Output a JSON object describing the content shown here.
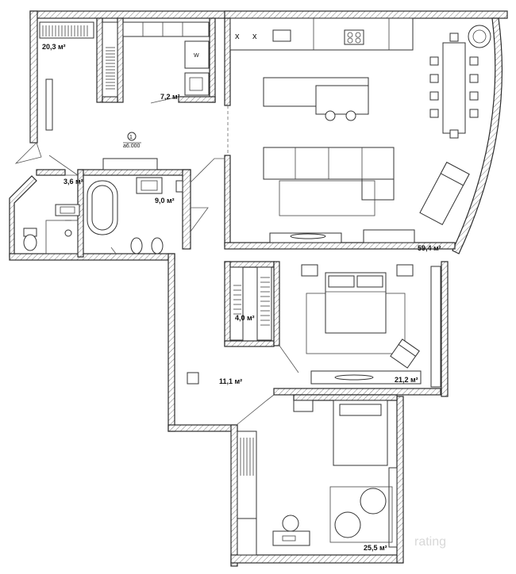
{
  "rooms": [
    {
      "id": "room-1",
      "area": "20,3 м²"
    },
    {
      "id": "room-2",
      "area": "7,2 м²"
    },
    {
      "id": "room-3",
      "area": "59,4 м²"
    },
    {
      "id": "room-4",
      "area": "3,6 м²"
    },
    {
      "id": "room-5",
      "area": "9,0 м²"
    },
    {
      "id": "room-6",
      "area": "4,0 м²"
    },
    {
      "id": "room-7",
      "area": "21,2 м²"
    },
    {
      "id": "room-8",
      "area": "11,1 м²"
    },
    {
      "id": "room-9",
      "area": "25,5 м²"
    }
  ],
  "section_marker": {
    "number": "1",
    "sheet": "а6.000"
  },
  "labels": {
    "washer_label": "W",
    "stove_x_1": "x",
    "stove_x_2": "x"
  },
  "watermark": "rating"
}
